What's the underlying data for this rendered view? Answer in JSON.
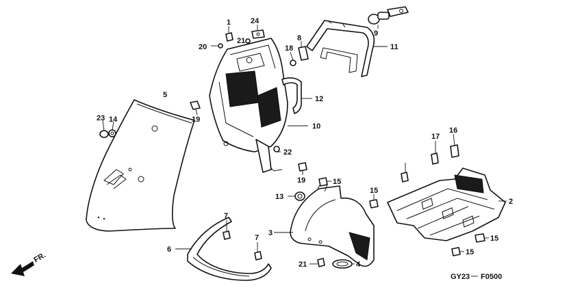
{
  "diagram": {
    "code_left": "GY23",
    "code_right": "F0500",
    "direction": "FR.",
    "labels": [
      "1",
      "24",
      "21",
      "20",
      "8",
      "9",
      "11",
      "18",
      "5",
      "12",
      "19",
      "23",
      "14",
      "10",
      "22",
      "17",
      "16",
      "19",
      "15",
      "15",
      "13",
      "2",
      "7",
      "3",
      "6",
      "7",
      "15",
      "21",
      "4",
      "15"
    ]
  }
}
